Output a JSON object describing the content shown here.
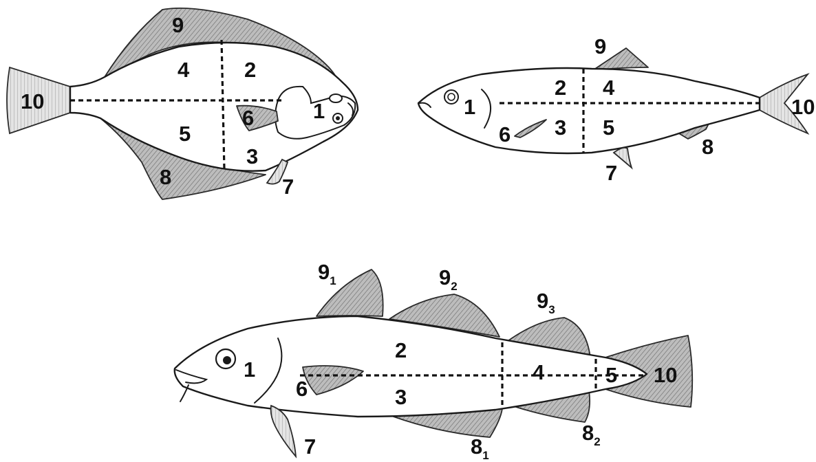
{
  "figure": {
    "flatfish": {
      "labels": {
        "head": "1",
        "upper_front": "2",
        "lower_front": "3",
        "upper_back": "4",
        "lower_back": "5",
        "pectoral_fin": "6",
        "pelvic_fin": "7",
        "anal_fin": "8",
        "dorsal_fin": "9",
        "tail_fin": "10"
      }
    },
    "herring": {
      "labels": {
        "head": "1",
        "upper_front": "2",
        "lower_front": "3",
        "upper_back": "4",
        "lower_back": "5",
        "pectoral_fin": "6",
        "pelvic_fin": "7",
        "anal_fin": "8",
        "dorsal_fin": "9",
        "tail_fin": "10"
      }
    },
    "cod": {
      "labels": {
        "head": "1",
        "upper_front": "2",
        "lower_front": "3",
        "middle": "4",
        "tail_section": "5",
        "pectoral_fin": "6",
        "pelvic_fin": "7",
        "anal_fin_1": "8",
        "anal_fin_1_sub": "1",
        "anal_fin_2": "8",
        "anal_fin_2_sub": "2",
        "dorsal_fin_1": "9",
        "dorsal_fin_1_sub": "1",
        "dorsal_fin_2": "9",
        "dorsal_fin_2_sub": "2",
        "dorsal_fin_3": "9",
        "dorsal_fin_3_sub": "3",
        "tail_fin": "10"
      }
    }
  }
}
